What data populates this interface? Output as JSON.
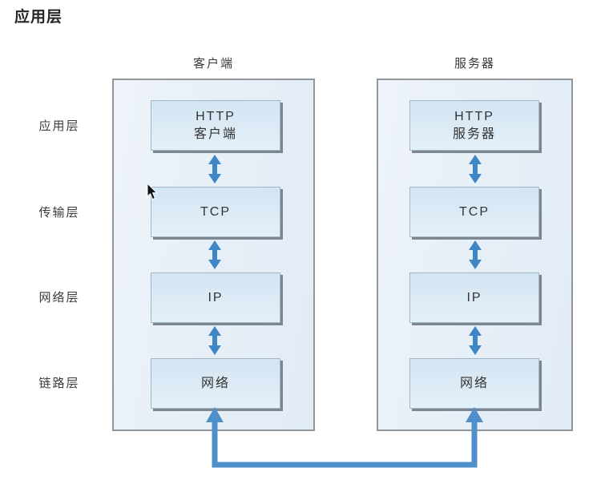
{
  "page": {
    "title": "应用层"
  },
  "colors": {
    "arrow_blue": "#3f86c7",
    "connector_blue": "#4e90ca",
    "panel_fill": "#e8f0f8",
    "panel_border": "#8e959b",
    "node_fill": "#d8e9f5",
    "node_shadow": "#7b8690",
    "text": "#333333"
  },
  "row_labels": [
    {
      "label": "应用层"
    },
    {
      "label": "传输层"
    },
    {
      "label": "网络层"
    },
    {
      "label": "链路层"
    }
  ],
  "stacks": [
    {
      "header": "客户端",
      "boxes": [
        {
          "lines": [
            "HTTP",
            "客户端"
          ]
        },
        {
          "lines": [
            "TCP"
          ]
        },
        {
          "lines": [
            "IP"
          ]
        },
        {
          "lines": [
            "网络"
          ]
        }
      ]
    },
    {
      "header": "服务器",
      "boxes": [
        {
          "lines": [
            "HTTP",
            "服务器"
          ]
        },
        {
          "lines": [
            "TCP"
          ]
        },
        {
          "lines": [
            "IP"
          ]
        },
        {
          "lines": [
            "网络"
          ]
        }
      ]
    }
  ],
  "icons": {
    "vertical_double_arrow": "double-arrow-icon",
    "bottom_link": "network-link-connector",
    "cursor": "mouse-cursor"
  }
}
